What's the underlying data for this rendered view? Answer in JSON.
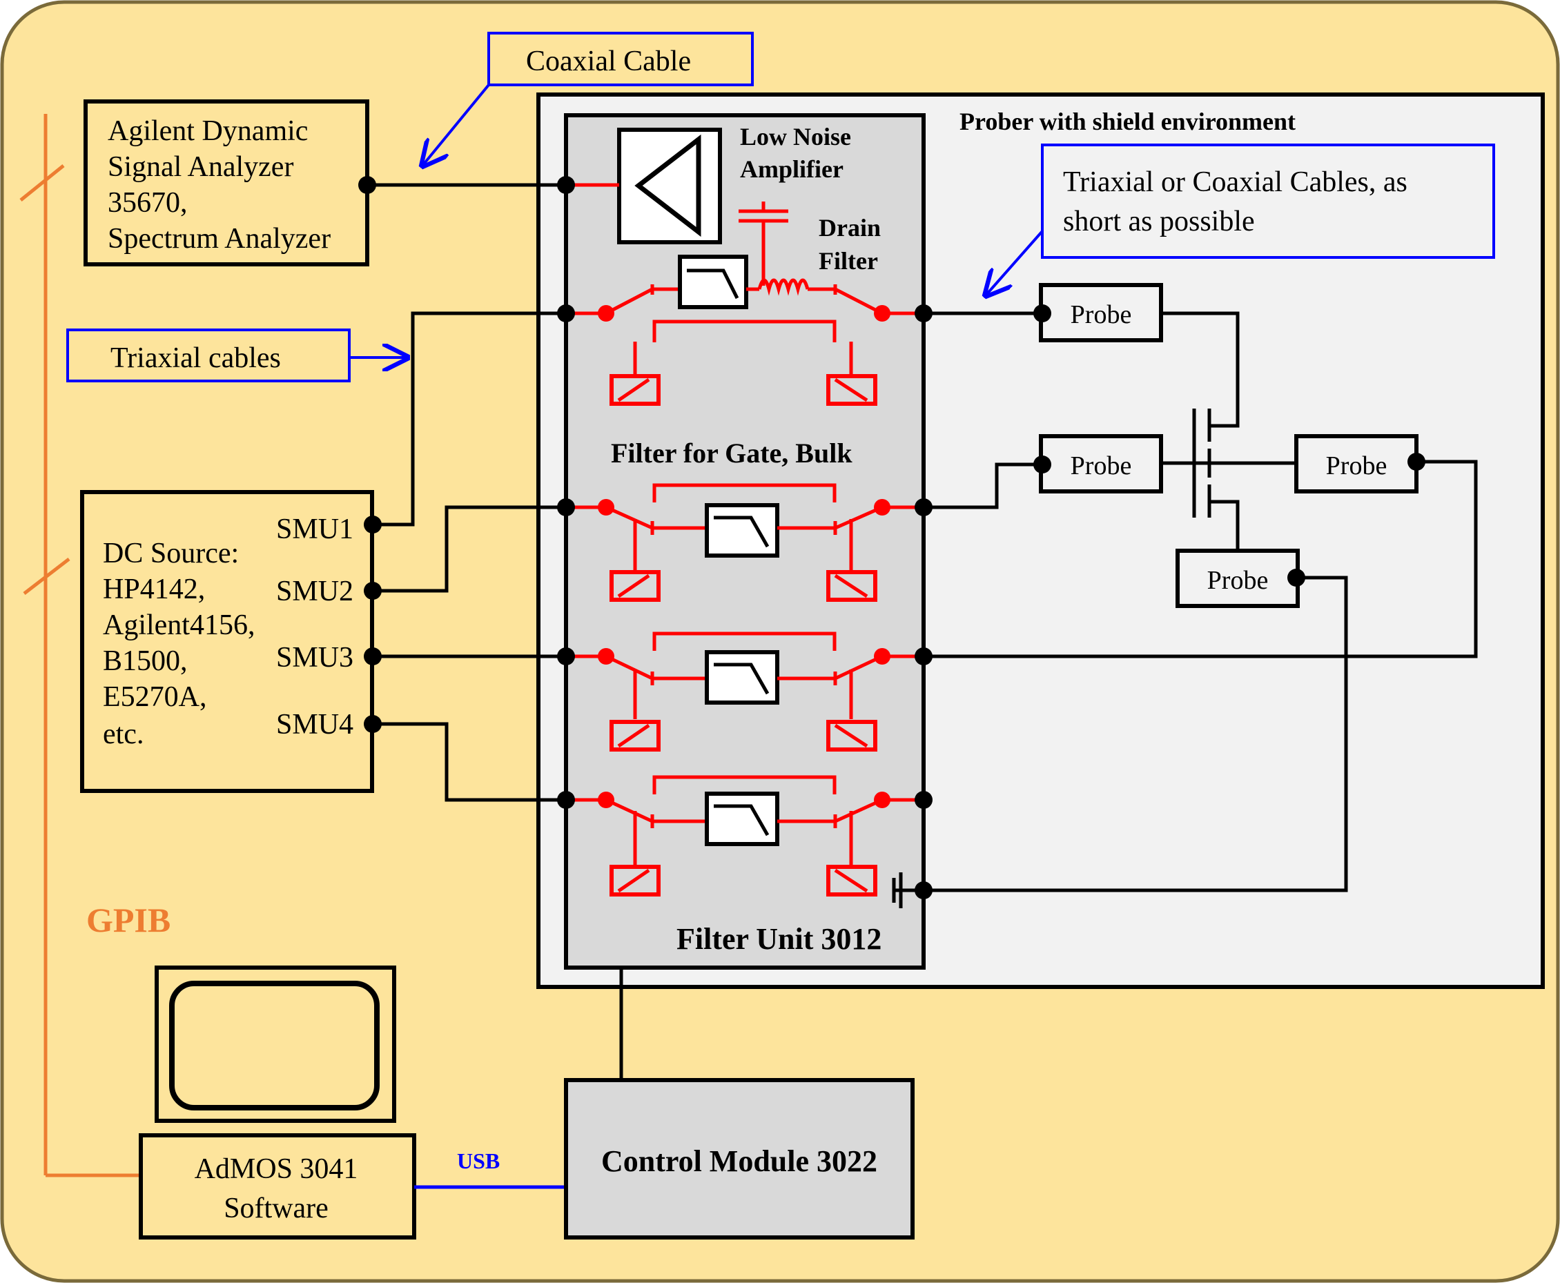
{
  "colors": {
    "background": "#fde49c",
    "border": "#7a6a3a",
    "prober_fill": "#f2f2f2",
    "filter_fill": "#d9d9d9",
    "control_fill": "#d9d9d9",
    "filter_elements": "#ff0000",
    "callout_border": "#0000ff",
    "gpib": "#ed7d31",
    "usb": "#0000ff"
  },
  "callouts": {
    "coaxial": "Coaxial Cable",
    "triaxial": "Triaxial cables",
    "triax_coax_line1": "Triaxial or Coaxial Cables, as",
    "triax_coax_line2": "short as possible"
  },
  "analyzer": {
    "line1": "Agilent Dynamic",
    "line2": "Signal Analyzer",
    "line3": "35670,",
    "line4": "Spectrum Analyzer"
  },
  "dc_source": {
    "line1": "DC Source:",
    "line2": "HP4142,",
    "line3": "Agilent4156,",
    "line4": "B1500,",
    "line5": "E5270A,",
    "line6": "etc.",
    "smu1": "SMU1",
    "smu2": "SMU2",
    "smu3": "SMU3",
    "smu4": "SMU4"
  },
  "prober": {
    "title": "Prober with shield environment"
  },
  "filter_unit": {
    "lna_line1": "Low Noise",
    "lna_line2": "Amplifier",
    "drain_line1": "Drain",
    "drain_line2": "Filter",
    "gate_bulk": "Filter for Gate, Bulk",
    "title": "Filter Unit 3012"
  },
  "probes": {
    "drain": "Probe",
    "gate": "Probe",
    "bulk": "Probe",
    "source": "Probe"
  },
  "gpib_label": "GPIB",
  "usb_label": "USB",
  "software": {
    "line1": "AdMOS 3041",
    "line2": "Software"
  },
  "control_module": "Control Module 3022"
}
